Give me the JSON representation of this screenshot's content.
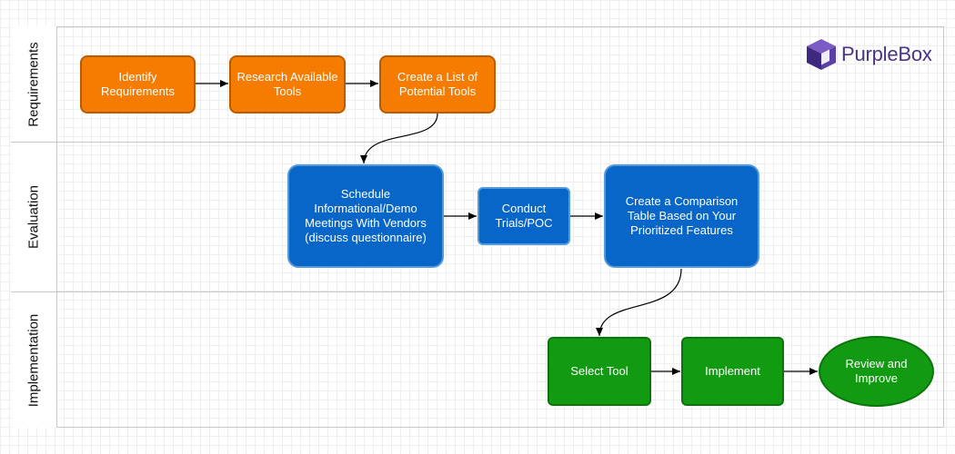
{
  "lanes": [
    {
      "label": "Requirements"
    },
    {
      "label": "Evaluation"
    },
    {
      "label": "Implementation"
    }
  ],
  "nodes": {
    "identify": "Identify\nRequirements",
    "research": "Research Available\nTools",
    "list": "Create a List of\nPotential Tools",
    "schedule": "Schedule\nInformational/Demo\nMeetings With Vendors\n(discuss questionnaire)",
    "trials": "Conduct\nTrials/POC",
    "comparison": "Create a Comparison\nTable Based on Your\nPrioritized Features",
    "select": "Select Tool",
    "implement": "Implement",
    "review": "Review and\nImprove"
  },
  "logo": {
    "text": "PurpleBox",
    "icon": "purple-cube-icon"
  },
  "colors": {
    "requirements": "#f57c00",
    "evaluation": "#0766c7",
    "implementation": "#129a12",
    "logo": "#4a3488"
  }
}
